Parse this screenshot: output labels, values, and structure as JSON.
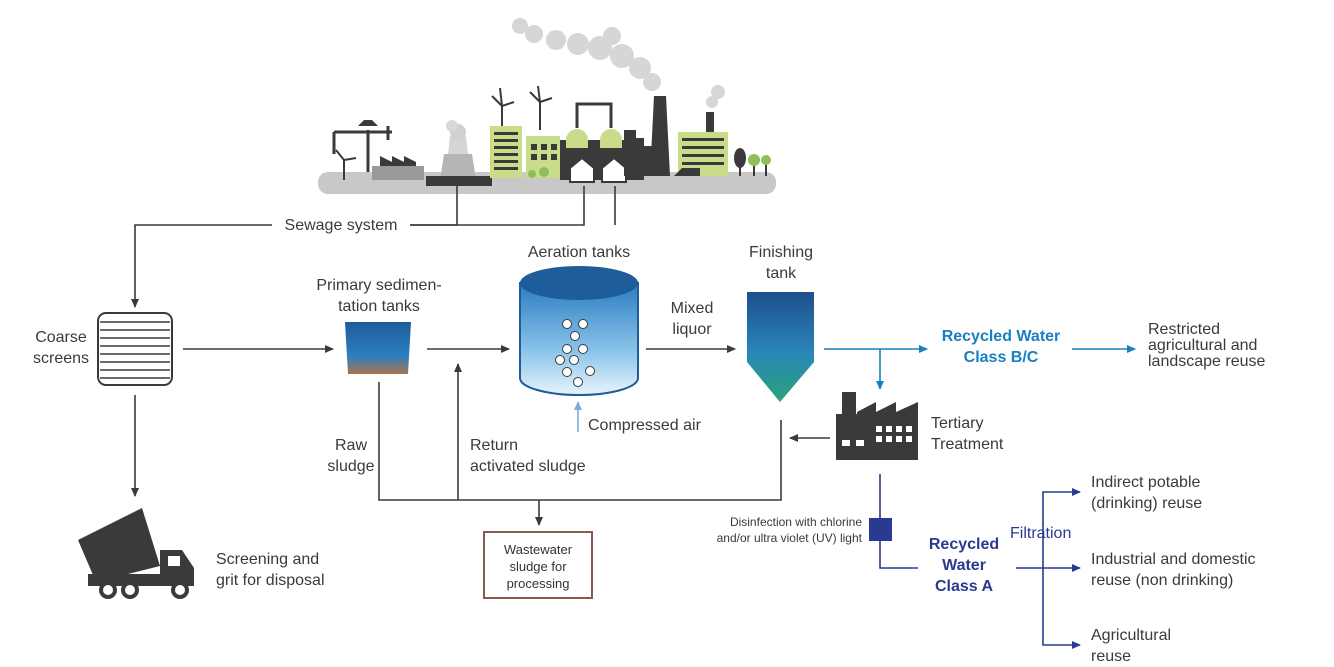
{
  "labels": {
    "sewage_system": "Sewage system",
    "coarse_screens": "Coarse\nscreens",
    "primary_tanks": "Primary sedimen-\ntation tanks",
    "aeration_tanks": "Aeration tanks",
    "finishing_tank": "Finishing\ntank",
    "mixed_liquor": "Mixed\nliquor",
    "compressed_air": "Compressed air",
    "raw_sludge": "Raw\nsludge",
    "return_sludge": "Return\nactivated sludge",
    "wastewater_sludge": "Wastewater\nsludge for\nprocessing",
    "screening_grit": "Screening and\ngrit for disposal",
    "recycled_bc": "Recycled Water\nClass B/C",
    "restricted_reuse": "Restricted\nagricultural and\nlandscape reuse",
    "tertiary": "Tertiary\nTreatment",
    "disinfection": "Disinfection with chlorine\nand/or ultra violet (UV) light",
    "recycled_a": "Recycled\nWater\nClass A",
    "filtration": "Filtration",
    "indirect_potable": "Indirect potable\n(drinking) reuse",
    "industrial_domestic": "Industrial and domestic\nreuse (non drinking)",
    "agricultural": "Agricultural\nreuse"
  },
  "colors": {
    "line": "#3a3a3a",
    "class_bc": "#1a7fc1",
    "class_a": "#2b3990",
    "sludge_border": "#8b5a4a",
    "city_green": "#c9dc8a",
    "city_dark": "#3a3a3a",
    "water_blue": "#1f6fa8"
  },
  "icons": {
    "city": "industrial-city-icon",
    "screen": "coarse-screen-icon",
    "truck": "dump-truck-icon",
    "factory": "treatment-factory-icon"
  }
}
